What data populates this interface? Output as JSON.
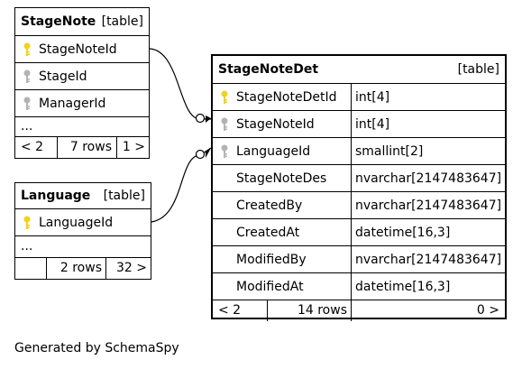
{
  "tables": {
    "stage_note": {
      "name": "StageNote",
      "kind": "[table]",
      "columns": [
        "StageNoteId",
        "StageId",
        "ManagerId"
      ],
      "ellipsis": "...",
      "footer": {
        "prev": "< 2",
        "rows": "7 rows",
        "next": "1 >"
      }
    },
    "language": {
      "name": "Language",
      "kind": "[table]",
      "columns": [
        "LanguageId"
      ],
      "ellipsis": "...",
      "footer": {
        "prev": "",
        "rows": "2 rows",
        "next": "32 >"
      }
    },
    "stage_note_det": {
      "name": "StageNoteDet",
      "kind": "[table]",
      "columns": [
        {
          "name": "StageNoteDetId",
          "type": "int[4]"
        },
        {
          "name": "StageNoteId",
          "type": "int[4]"
        },
        {
          "name": "LanguageId",
          "type": "smallint[2]"
        },
        {
          "name": "StageNoteDes",
          "type": "nvarchar[2147483647]"
        },
        {
          "name": "CreatedBy",
          "type": "nvarchar[2147483647]"
        },
        {
          "name": "CreatedAt",
          "type": "datetime[16,3]"
        },
        {
          "name": "ModifiedBy",
          "type": "nvarchar[2147483647]"
        },
        {
          "name": "ModifiedAt",
          "type": "datetime[16,3]"
        }
      ],
      "footer": {
        "prev": "< 2",
        "rows": "14 rows",
        "next": "0 >"
      }
    }
  },
  "generated_by": "Generated by SchemaSpy",
  "icons": {
    "primary_key": "key-icon-gold",
    "foreign_key": "key-icon-gray"
  },
  "colors": {
    "primary_key": "#f2d21b",
    "foreign_key": "#b3b3b3"
  }
}
